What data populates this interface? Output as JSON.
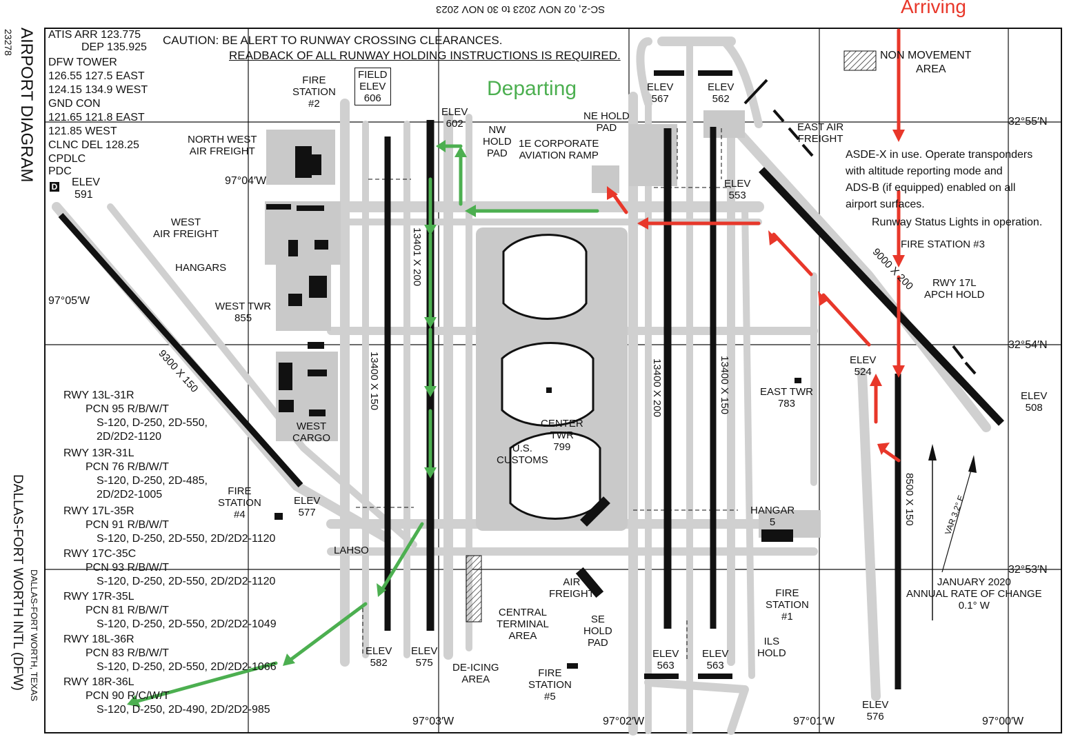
{
  "header": {
    "title": "SC-2, 02 NOV 2023 to 30 NOV 2023",
    "code": "23278"
  },
  "side": {
    "left_top": "AIRPORT DIAGRAM",
    "left_bottom": "DALLAS-FORT WORTH INTL (DFW)",
    "left_bottom_city": "DALLAS-FORT WORTH, TEXAS"
  },
  "annotations": {
    "arriving": "Arriving",
    "departing": "Departing"
  },
  "frequencies": {
    "atis_arr": "ATIS ARR 123.775",
    "atis_dep": "DEP 135.925",
    "dfw_tower": "DFW TOWER",
    "tower_east": "126.55  127.5  EAST",
    "tower_west": "124.15  134.9  WEST",
    "gnd_con": "GND CON",
    "gnd_east": "121.65  121.8  EAST",
    "gnd_west": "121.85  WEST",
    "clnc": "CLNC DEL  128.25",
    "cpdlc": "CPDLC",
    "pdc": "PDC",
    "d_symbol": "D",
    "elev_label": "ELEV",
    "elev_value": "591"
  },
  "caution": {
    "line1": "CAUTION: BE ALERT TO RUNWAY CROSSING CLEARANCES.",
    "line2": "READBACK OF ALL RUNWAY HOLDING INSTRUCTIONS IS REQUIRED."
  },
  "legend": {
    "non_movement_1": "NON MOVEMENT",
    "non_movement_2": "AREA",
    "asde_1": "ASDE-X in use. Operate transponders",
    "asde_2": "with altitude reporting mode and",
    "asde_3": "ADS-B (if equipped) enabled on all",
    "asde_4": "airport surfaces.",
    "rsl": "Runway Status Lights in operation."
  },
  "coords": {
    "lat_top": "32°55′N",
    "lat_mid": "32°54′N",
    "lat_bot": "32°53′N",
    "lon_w1": "97°05′W",
    "lon_w2": "97°04′W",
    "lon_b1": "97°03′W",
    "lon_b2": "97°02′W",
    "lon_b3": "97°01′W",
    "lon_b4": "97°00′W"
  },
  "runways_info": [
    {
      "name": "RWY 13L-31R",
      "l1": "PCN 95 R/B/W/T",
      "l2": "S-120, D-250, 2D-550,",
      "l3": "2D/2D2-1120"
    },
    {
      "name": "RWY 13R-31L",
      "l1": "PCN 76 R/B/W/T",
      "l2": "S-120, D-250, 2D-485,",
      "l3": "2D/2D2-1005"
    },
    {
      "name": "RWY 17L-35R",
      "l1": "PCN 91 R/B/W/T",
      "l2": "S-120, D-250, 2D-550, 2D/2D2-1120",
      "l3": ""
    },
    {
      "name": "RWY 17C-35C",
      "l1": "PCN 93 R/B/W/T",
      "l2": "S-120, D-250, 2D-550, 2D/2D2-1120",
      "l3": ""
    },
    {
      "name": "RWY 17R-35L",
      "l1": "PCN 81 R/B/W/T",
      "l2": "S-120, D-250, 2D-550, 2D/2D2-1049",
      "l3": ""
    },
    {
      "name": "RWY 18L-36R",
      "l1": "PCN 83 R/B/W/T",
      "l2": "S-120, D-250, 2D-550, 2D/2D2-1066",
      "l3": ""
    },
    {
      "name": "RWY 18R-36L",
      "l1": "PCN 90 R/C/W/T",
      "l2": "S-120, D-250, 2D-490, 2D/2D2-985",
      "l3": ""
    }
  ],
  "labels": {
    "field_elev_1": "FIELD",
    "field_elev_2": "ELEV",
    "field_elev_3": "606",
    "fire2": "FIRE\nSTATION\n#2",
    "fire3": "FIRE STATION #3",
    "fire4": "FIRE\nSTATION\n#4",
    "fire1": "FIRE\nSTATION\n#1",
    "fire5": "FIRE\nSTATION\n#5",
    "nw_freight": "NORTH WEST\nAIR FREIGHT",
    "w_freight": "WEST\nAIR FREIGHT",
    "hangars": "HANGARS",
    "west_twr": "WEST TWR\n855",
    "west_cargo": "WEST\nCARGO",
    "east_freight": "EAST AIR\nFREIGHT",
    "nw_hold": "NW\nHOLD\nPAD",
    "ne_hold": "NE HOLD\nPAD",
    "se_hold": "SE\nHOLD\nPAD",
    "corporate": "1E CORPORATE\nAVIATION RAMP",
    "east_twr": "EAST TWR\n783",
    "center_twr": "CENTER\nTWR\n799",
    "customs": "U.S.\nCUSTOMS",
    "central": "CENTRAL\nTERMINAL\nAREA",
    "deicing": "DE-ICING\nAREA",
    "air_freight": "AIR\nFREIGHT",
    "hangar5": "HANGAR\n5",
    "rwy17l_hold": "RWY 17L\nAPCH HOLD",
    "annual": "JANUARY 2020\nANNUAL RATE OF CHANGE\n0.1° W",
    "var": "VAR 3.2° E",
    "lahso": "LAHSO",
    "ils_hold": "ILS\nHOLD"
  },
  "runway_dims": {
    "r13r": "9300 X 150",
    "r13l": "9000 X 200",
    "r18r": "13400 X 150",
    "r18l": "13401 X 200",
    "r17c": "13400 X 200",
    "r17r": "13400 X 150",
    "r17l": "8500 X 150"
  },
  "elevs": {
    "e602": "ELEV\n602",
    "e567": "ELEV\n567",
    "e562": "ELEV\n562",
    "e553": "ELEV\n553",
    "e524": "ELEV\n524",
    "e508": "ELEV\n508",
    "e577": "ELEV\n577",
    "e582": "ELEV\n582",
    "e575": "ELEV\n575",
    "e563a": "ELEV\n563",
    "e563b": "ELEV\n563",
    "e576": "ELEV\n576"
  },
  "colors": {
    "runway": "#111111",
    "taxiway": "#d4d4d4",
    "arriving": "#e8372a",
    "departing": "#4caf50"
  }
}
